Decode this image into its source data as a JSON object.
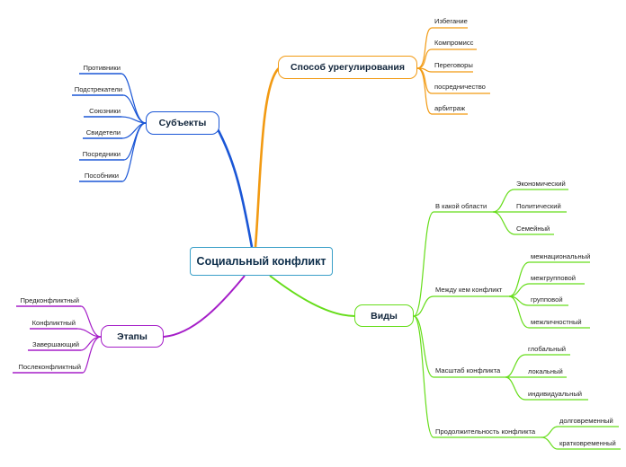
{
  "central": {
    "label": "Социальный конфликт",
    "color": "#3aa0c8"
  },
  "branches": {
    "subjects": {
      "label": "Субъекты",
      "color": "#1a56d6",
      "items": [
        "Противники",
        "Подстрекатели",
        "Союзники",
        "Свидетели",
        "Посредники",
        "Пособники"
      ]
    },
    "resolution": {
      "label": "Способ урегулирования",
      "color": "#f29a12",
      "items": [
        "Избегание",
        "Компромисс",
        "Переговоры",
        "посредничество",
        "арбитраж"
      ]
    },
    "stages": {
      "label": "Этапы",
      "color": "#a51ec8",
      "items": [
        "Предконфликтный",
        "Конфликтный",
        "Завершающий",
        "Послеконфликтный"
      ]
    },
    "types": {
      "label": "Виды",
      "color": "#66dd1a",
      "groups": [
        {
          "label": "В какой области",
          "items": [
            "Экономический",
            "Политический",
            "Семейный"
          ]
        },
        {
          "label": "Между кем конфликт",
          "items": [
            "межнациональный",
            "межгрупповой",
            "групповой",
            "межличностный"
          ]
        },
        {
          "label": "Масштаб конфликта",
          "items": [
            "глобальный",
            "локальный",
            "индивидуальный"
          ]
        },
        {
          "label": "Продолжительность конфликта",
          "items": [
            "долговременный",
            "кратковременный"
          ]
        }
      ]
    }
  }
}
